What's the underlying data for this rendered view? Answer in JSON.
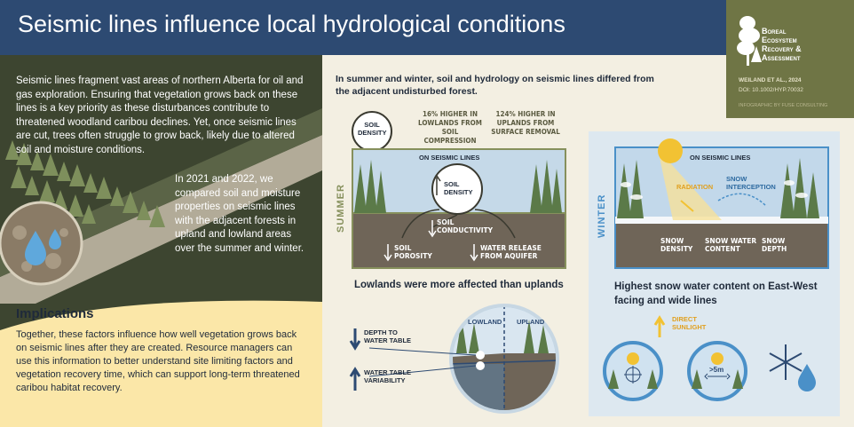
{
  "header": {
    "title": "Seismic lines influence local hydrological conditions"
  },
  "logo": {
    "lines": [
      "Boreal",
      "Ecosystem",
      "Recovery &",
      "Assessment"
    ],
    "citation": "WEILAND ET AL., 2024",
    "doi": "DOI: 10.1002/HYP.70032",
    "credit": "INFOGRAPHIC BY FUSE CONSULTING"
  },
  "intro": {
    "text": "Seismic lines fragment vast areas of northern Alberta for oil and gas exploration. Ensuring that vegetation grows back on these lines is a key priority as these disturbances contribute to threatened woodland caribou declines. Yet, once seismic lines are cut, trees often struggle to grow back, likely due to altered soil and moisture conditions.",
    "compare": "In 2021 and 2022, we compared soil and moisture properties on seismic lines with the adjacent forests in upland and lowland areas over the summer and winter."
  },
  "implications": {
    "title": "Implications",
    "text": "Together, these factors influence how well vegetation grows back on seismic lines after they are created. Resource managers can use this information to better understand site limiting factors and vegetation recovery time, which can support long-term threatened caribou habitat recovery."
  },
  "main": {
    "heading": "In summer and winter, soil and hydrology on seismic lines differed from the adjacent undisturbed forest."
  },
  "summer": {
    "label": "SUMMER",
    "badge": [
      "SOIL",
      "DENSITY"
    ],
    "stat1": [
      "16% HIGHER IN",
      "LOWLANDS FROM SOIL",
      "COMPRESSION"
    ],
    "stat2": [
      "124% HIGHER IN",
      "UPLANDS FROM",
      "SURFACE REMOVAL"
    ],
    "on_lines": "ON SEISMIC LINES",
    "soil_density": [
      "SOIL",
      "DENSITY"
    ],
    "soil_conductivity": [
      "SOIL",
      "CONDUCTIVITY"
    ],
    "soil_porosity": [
      "SOIL",
      "POROSITY"
    ],
    "water_release": [
      "WATER RELEASE",
      "FROM AQUIFER"
    ]
  },
  "lowlands": {
    "heading": "Lowlands were more affected than uplands",
    "depth": [
      "DEPTH TO",
      "WATER TABLE"
    ],
    "variability": [
      "WATER TABLE",
      "VARIABILITY"
    ],
    "lowland": "LOWLAND",
    "upland": "UPLAND"
  },
  "winter": {
    "label": "WINTER",
    "on_lines": "ON SEISMIC LINES",
    "radiation": "RADIATION",
    "snow_interception": [
      "SNOW",
      "INTERCEPTION"
    ],
    "snow_density": [
      "SNOW",
      "DENSITY"
    ],
    "snow_water": [
      "SNOW WATER",
      "CONTENT"
    ],
    "snow_depth": [
      "SNOW",
      "DEPTH"
    ],
    "heading": [
      "Highest snow water content on East-West",
      "facing and wide lines"
    ],
    "sunlight": [
      "DIRECT",
      "SUNLIGHT"
    ],
    "width": ">5m"
  },
  "colors": {
    "navy": "#2d4a72",
    "olive": "#6f7545",
    "forest": "#3d4530",
    "cream": "#fbe7a8",
    "soil": "#6f6558",
    "sky_blue": "#4a90c8",
    "sun": "#f2c233"
  }
}
